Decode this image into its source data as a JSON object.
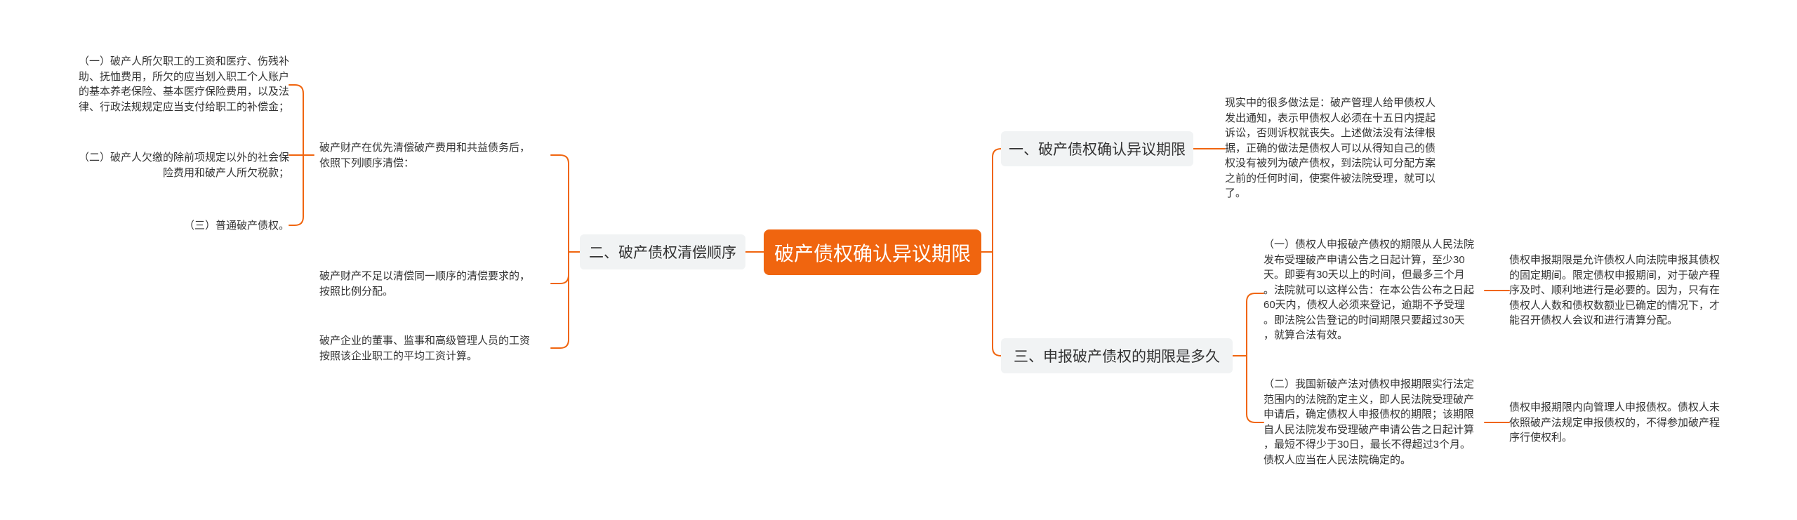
{
  "root": {
    "label": "破产债权确认异议期限"
  },
  "branches": {
    "b1": {
      "label": "一、破产债权确认异议期限"
    },
    "b2": {
      "label": "二、破产债权清偿顺序"
    },
    "b3": {
      "label": "三、申报破产债权的期限是多久"
    }
  },
  "leaves": {
    "b1_note": "现实中的很多做法是：破产管理人给甲债权人\n发出通知，表示甲债权人必须在十五日内提起\n诉讼，否则诉权就丧失。上述做法没有法律根\n据，正确的做法是债权人可以从得知自己的债\n权没有被列为破产债权，到法院认可分配方案\n之前的任何时间，使案件被法院受理，就可以\n了。",
    "b2_order": "破产财产在优先清偿破产费用和共益债务后，\n依照下列顺序清偿：",
    "b2_order_1": "（一）破产人所欠职工的工资和医疗、伤残补\n助、抚恤费用，所欠的应当划入职工个人账户\n的基本养老保险、基本医疗保险费用，以及法\n律、行政法规规定应当支付给职工的补偿金；",
    "b2_order_2": "（二）破产人欠缴的除前项规定以外的社会保\n险费用和破产人所欠税款；",
    "b2_order_3": "（三）普通破产债权。",
    "b2_insufficient": "破产财产不足以清偿同一顺序的清偿要求的，\n按照比例分配。",
    "b2_wage": "破产企业的董事、监事和高级管理人员的工资\n按照该企业职工的平均工资计算。",
    "b3_item1": "（一）债权人申报破产债权的期限从人民法院\n发布受理破产申请公告之日起计算，至少30\n天。即要有30天以上的时间，但最多三个月\n。法院就可以这样公告：在本公告公布之日起\n60天内，债权人必须来登记，逾期不予受理\n。即法院公告登记的时间期限只要超过30天\n，就算合法有效。",
    "b3_item1_note": "债权申报期限是允许债权人向法院申报其债权\n的固定期间。限定债权申报期间，对于破产程\n序及时、顺利地进行是必要的。因为，只有在\n债权人人数和债权数额业已确定的情况下，才\n能召开债权人会议和进行清算分配。",
    "b3_item2": "（二）我国新破产法对债权申报期限实行法定\n范围内的法院酌定主义，即人民法院受理破产\n申请后，确定债权人申报债权的期限；该期限\n自人民法院发布受理破产申请公告之日起计算\n，最短不得少于30日，最长不得超过3个月。\n债权人应当在人民法院确定的。",
    "b3_item2_note": "债权申报期限内向管理人申报债权。债权人未\n依照破产法规定申报债权的，不得参加破产程\n序行使权利。"
  },
  "colors": {
    "accent": "#f0650f",
    "branch_bg": "#f1f3f4",
    "text": "#333333"
  }
}
